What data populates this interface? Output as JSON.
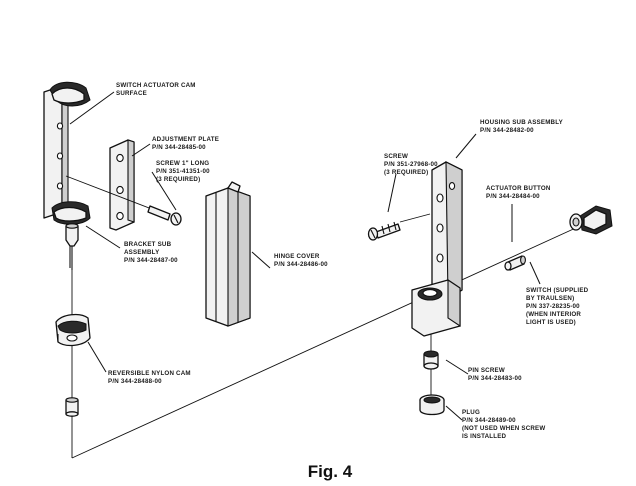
{
  "labels": {
    "switch_actuator_cam": [
      "SWITCH ACTUATOR CAM",
      "SURFACE"
    ],
    "adjustment_plate": [
      "ADJUSTMENT PLATE",
      "P/N 344-28485-00"
    ],
    "screw_1_long": [
      "SCREW 1\" LONG",
      "P/N 351-41351-00",
      "(3 REQUIRED)"
    ],
    "bracket_sub_assembly": [
      "BRACKET SUB",
      "ASSEMBLY",
      "P/N 344-28487-00"
    ],
    "hinge_cover": [
      "HINGE COVER",
      "P/N 344-28486-00"
    ],
    "reversible_nylon_cam": [
      "REVERSIBLE NYLON CAM",
      "P/N 344-28488-00"
    ],
    "housing_sub_assembly": [
      "HOUSING SUB ASSEMBLY",
      "P/N 344-28482-00"
    ],
    "screw": [
      "SCREW",
      "P/N 351-27968-00",
      "(3 REQUIRED)"
    ],
    "actuator_button": [
      "ACTUATOR BUTTON",
      "P/N 344-28484-00"
    ],
    "switch": [
      "SWITCH (SUPPLIED",
      "BY TRAULSEN)",
      "P/N 337-28235-00",
      "(WHEN INTERIOR",
      "LIGHT IS USED)"
    ],
    "pin_screw": [
      "PIN SCREW",
      "P/N 344-28483-00"
    ],
    "plug": [
      "PLUG",
      "P/N 344-28489-00",
      "(NOT USED WHEN SCREW",
      "IS INSTALLED"
    ]
  },
  "caption": "Fig. 4"
}
